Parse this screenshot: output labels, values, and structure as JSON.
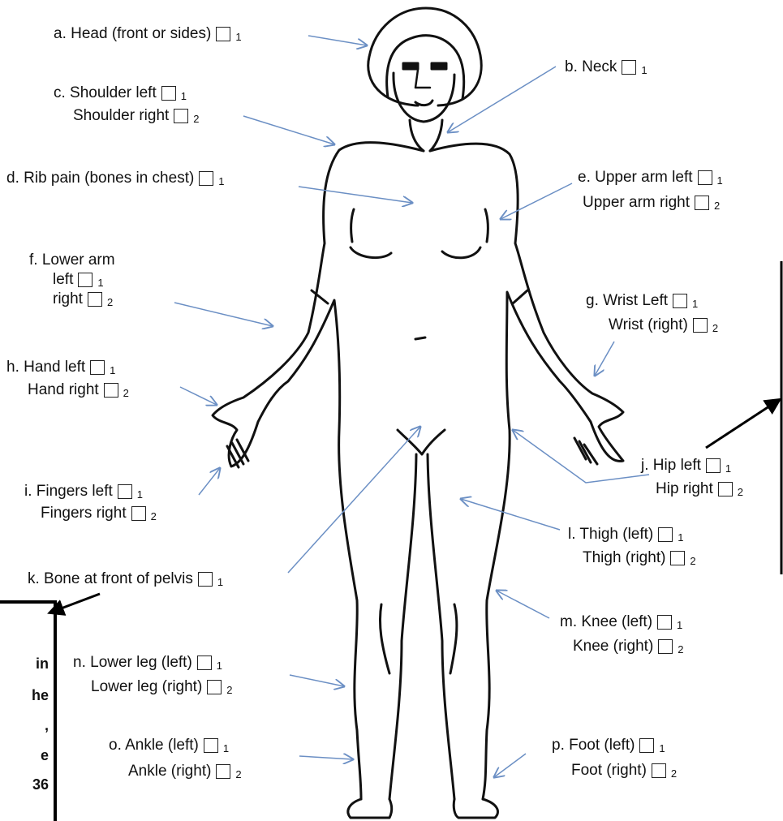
{
  "labels": {
    "a": {
      "rows": [
        {
          "text": "a. Head  (front or sides)",
          "code": "1"
        }
      ]
    },
    "b": {
      "rows": [
        {
          "text": "b. Neck",
          "code": "1"
        }
      ]
    },
    "c": {
      "rows": [
        {
          "text": "c. Shoulder  left",
          "code": "1"
        },
        {
          "text": "Shoulder right",
          "code": "2"
        }
      ]
    },
    "d": {
      "rows": [
        {
          "text": "d. Rib pain (bones in chest)",
          "code": "1"
        }
      ]
    },
    "e": {
      "rows": [
        {
          "text": "e. Upper arm left",
          "code": "1"
        },
        {
          "text": "Upper arm  right",
          "code": "2"
        }
      ]
    },
    "f": {
      "rows": [
        {
          "text": "f. Lower arm",
          "code": ""
        },
        {
          "text": "left",
          "code": "1"
        },
        {
          "text": "right",
          "code": "2"
        }
      ]
    },
    "g": {
      "rows": [
        {
          "text": "g. Wrist Left",
          "code": "1"
        },
        {
          "text": "Wrist (right)",
          "code": "2"
        }
      ]
    },
    "h": {
      "rows": [
        {
          "text": "h. Hand left",
          "code": "1"
        },
        {
          "text": "Hand right",
          "code": "2"
        }
      ]
    },
    "i": {
      "rows": [
        {
          "text": "i. Fingers left",
          "code": "1"
        },
        {
          "text": "Fingers right",
          "code": "2"
        }
      ]
    },
    "j": {
      "rows": [
        {
          "text": "j. Hip  left",
          "code": "1"
        },
        {
          "text": "Hip right",
          "code": "2"
        }
      ]
    },
    "k": {
      "rows": [
        {
          "text": "k. Bone at front of pelvis",
          "code": "1"
        }
      ]
    },
    "l": {
      "rows": [
        {
          "text": "l. Thigh (left)",
          "code": "1"
        },
        {
          "text": "Thigh (right)",
          "code": "2"
        }
      ]
    },
    "m": {
      "rows": [
        {
          "text": "m. Knee (left)",
          "code": "1"
        },
        {
          "text": "Knee (right)",
          "code": "2"
        }
      ]
    },
    "n": {
      "rows": [
        {
          "text": "n. Lower leg (left)",
          "code": "1"
        },
        {
          "text": "Lower leg (right)",
          "code": "2"
        }
      ]
    },
    "o": {
      "rows": [
        {
          "text": "o. Ankle (left)",
          "code": "1"
        },
        {
          "text": "Ankle (right)",
          "code": "2"
        }
      ]
    },
    "p": {
      "rows": [
        {
          "text": "p. Foot (left)",
          "code": "1"
        },
        {
          "text": "Foot (right)",
          "code": "2"
        }
      ]
    }
  },
  "note_fragments": [
    "in",
    "he",
    ",",
    "e",
    "36"
  ],
  "colors": {
    "arrow": "#6b8fc4",
    "outline": "#111111",
    "pointer": "#000000"
  }
}
